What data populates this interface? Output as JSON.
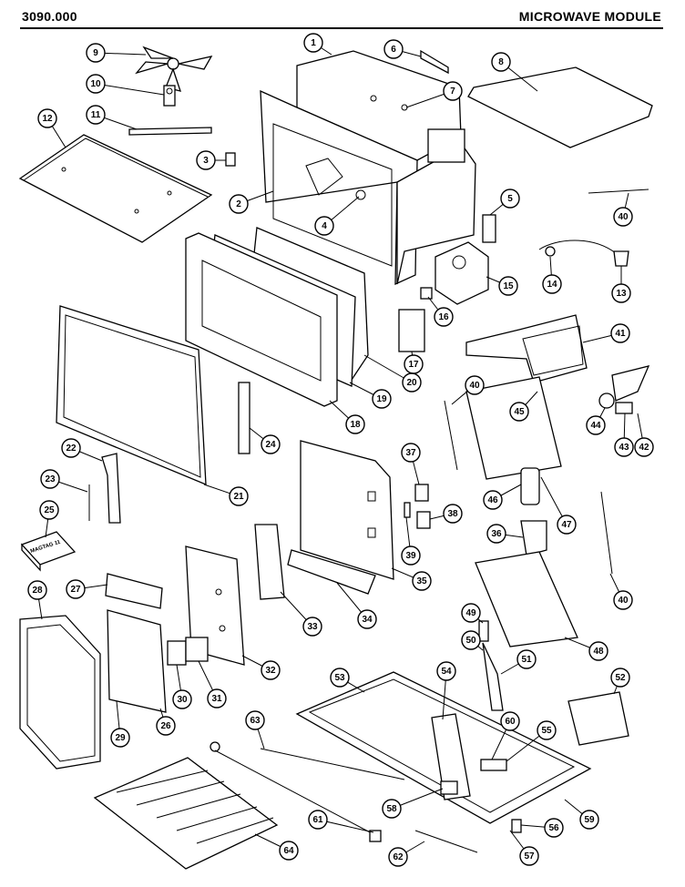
{
  "header": {
    "model_code": "3090.000",
    "section_title": "MICROWAVE MODULE"
  },
  "box_label": "MAGTAG 11",
  "callouts": [
    {
      "id": "c1",
      "label": "1"
    },
    {
      "id": "c2",
      "label": "2"
    },
    {
      "id": "c3",
      "label": "3"
    },
    {
      "id": "c4",
      "label": "4"
    },
    {
      "id": "c5",
      "label": "5"
    },
    {
      "id": "c6",
      "label": "6"
    },
    {
      "id": "c7",
      "label": "7"
    },
    {
      "id": "c8",
      "label": "8"
    },
    {
      "id": "c9",
      "label": "9"
    },
    {
      "id": "c10",
      "label": "10"
    },
    {
      "id": "c11",
      "label": "11"
    },
    {
      "id": "c12",
      "label": "12"
    },
    {
      "id": "c13",
      "label": "13"
    },
    {
      "id": "c14",
      "label": "14"
    },
    {
      "id": "c15",
      "label": "15"
    },
    {
      "id": "c16",
      "label": "16"
    },
    {
      "id": "c17",
      "label": "17"
    },
    {
      "id": "c18",
      "label": "18"
    },
    {
      "id": "c19",
      "label": "19"
    },
    {
      "id": "c20",
      "label": "20"
    },
    {
      "id": "c21",
      "label": "21"
    },
    {
      "id": "c22",
      "label": "22"
    },
    {
      "id": "c23",
      "label": "23"
    },
    {
      "id": "c24",
      "label": "24"
    },
    {
      "id": "c25",
      "label": "25"
    },
    {
      "id": "c26",
      "label": "26"
    },
    {
      "id": "c27",
      "label": "27"
    },
    {
      "id": "c28",
      "label": "28"
    },
    {
      "id": "c29",
      "label": "29"
    },
    {
      "id": "c30",
      "label": "30"
    },
    {
      "id": "c31",
      "label": "31"
    },
    {
      "id": "c32",
      "label": "32"
    },
    {
      "id": "c33",
      "label": "33"
    },
    {
      "id": "c34",
      "label": "34"
    },
    {
      "id": "c35",
      "label": "35"
    },
    {
      "id": "c36",
      "label": "36"
    },
    {
      "id": "c37",
      "label": "37"
    },
    {
      "id": "c38",
      "label": "38"
    },
    {
      "id": "c39",
      "label": "39"
    },
    {
      "id": "c40a",
      "label": "40"
    },
    {
      "id": "c40b",
      "label": "40"
    },
    {
      "id": "c40c",
      "label": "40"
    },
    {
      "id": "c41",
      "label": "41"
    },
    {
      "id": "c42",
      "label": "42"
    },
    {
      "id": "c43",
      "label": "43"
    },
    {
      "id": "c44",
      "label": "44"
    },
    {
      "id": "c45",
      "label": "45"
    },
    {
      "id": "c46",
      "label": "46"
    },
    {
      "id": "c47",
      "label": "47"
    },
    {
      "id": "c48",
      "label": "48"
    },
    {
      "id": "c49",
      "label": "49"
    },
    {
      "id": "c50",
      "label": "50"
    },
    {
      "id": "c51",
      "label": "51"
    },
    {
      "id": "c52",
      "label": "52"
    },
    {
      "id": "c53",
      "label": "53"
    },
    {
      "id": "c54",
      "label": "54"
    },
    {
      "id": "c55",
      "label": "55"
    },
    {
      "id": "c56",
      "label": "56"
    },
    {
      "id": "c57",
      "label": "57"
    },
    {
      "id": "c58",
      "label": "58"
    },
    {
      "id": "c59",
      "label": "59"
    },
    {
      "id": "c60",
      "label": "60"
    },
    {
      "id": "c61",
      "label": "61"
    },
    {
      "id": "c62",
      "label": "62"
    },
    {
      "id": "c63",
      "label": "63"
    },
    {
      "id": "c64",
      "label": "64"
    }
  ]
}
